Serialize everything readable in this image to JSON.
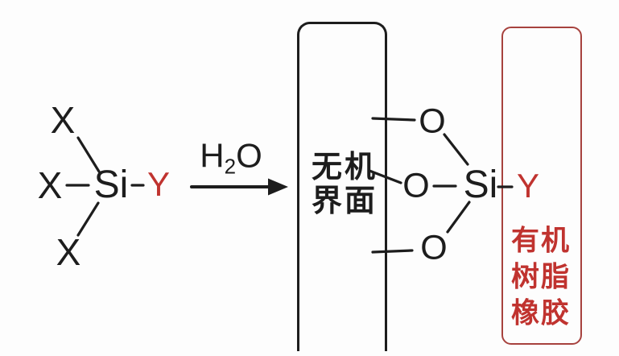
{
  "reactant": {
    "x_top": "X",
    "x_left": "X",
    "si": "Si",
    "y": "Y",
    "x_bottom": "X"
  },
  "reagent": {
    "h": "H",
    "subscript": "2",
    "o": "O"
  },
  "inorganic_panel": {
    "line1": "无机",
    "line2": "界面"
  },
  "product": {
    "o_top": "O",
    "o_mid": "O",
    "o_bottom": "O",
    "si": "Si",
    "y": "Y"
  },
  "organic_panel": {
    "line1": "有机",
    "line2": "树脂",
    "line3": "橡胶"
  },
  "colors": {
    "ink": "#1d1d1d",
    "red_text": "#c0332f",
    "red_border": "#a7423e",
    "background": "#fdfdfd"
  }
}
